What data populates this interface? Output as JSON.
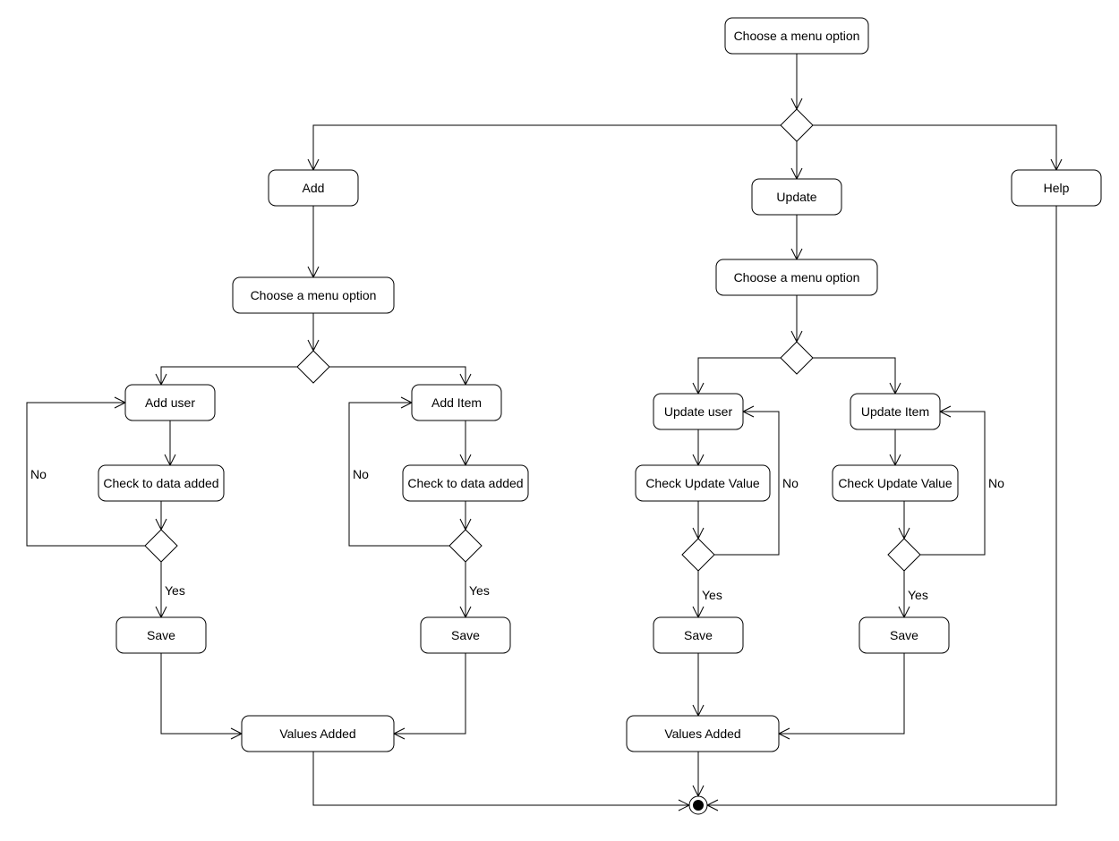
{
  "diagram": {
    "nodes": {
      "start_menu": "Choose a menu option",
      "add": "Add",
      "update": "Update",
      "help": "Help",
      "add_menu": "Choose a menu option",
      "update_menu": "Choose a menu option",
      "add_user": "Add user",
      "add_item": "Add Item",
      "update_user": "Update user",
      "update_item": "Update Item",
      "check_add_user": "Check to data added",
      "check_add_item": "Check to data added",
      "check_update_user": "Check Update Value",
      "check_update_item": "Check Update Value",
      "save_add_user": "Save",
      "save_add_item": "Save",
      "save_update_user": "Save",
      "save_update_item": "Save",
      "values_added_left": "Values Added",
      "values_added_right": "Values Added"
    },
    "labels": {
      "no_add_user": "No",
      "no_add_item": "No",
      "no_update_user": "No",
      "no_update_item": "No",
      "yes_add_user": "Yes",
      "yes_add_item": "Yes",
      "yes_update_user": "Yes",
      "yes_update_item": "Yes"
    }
  }
}
